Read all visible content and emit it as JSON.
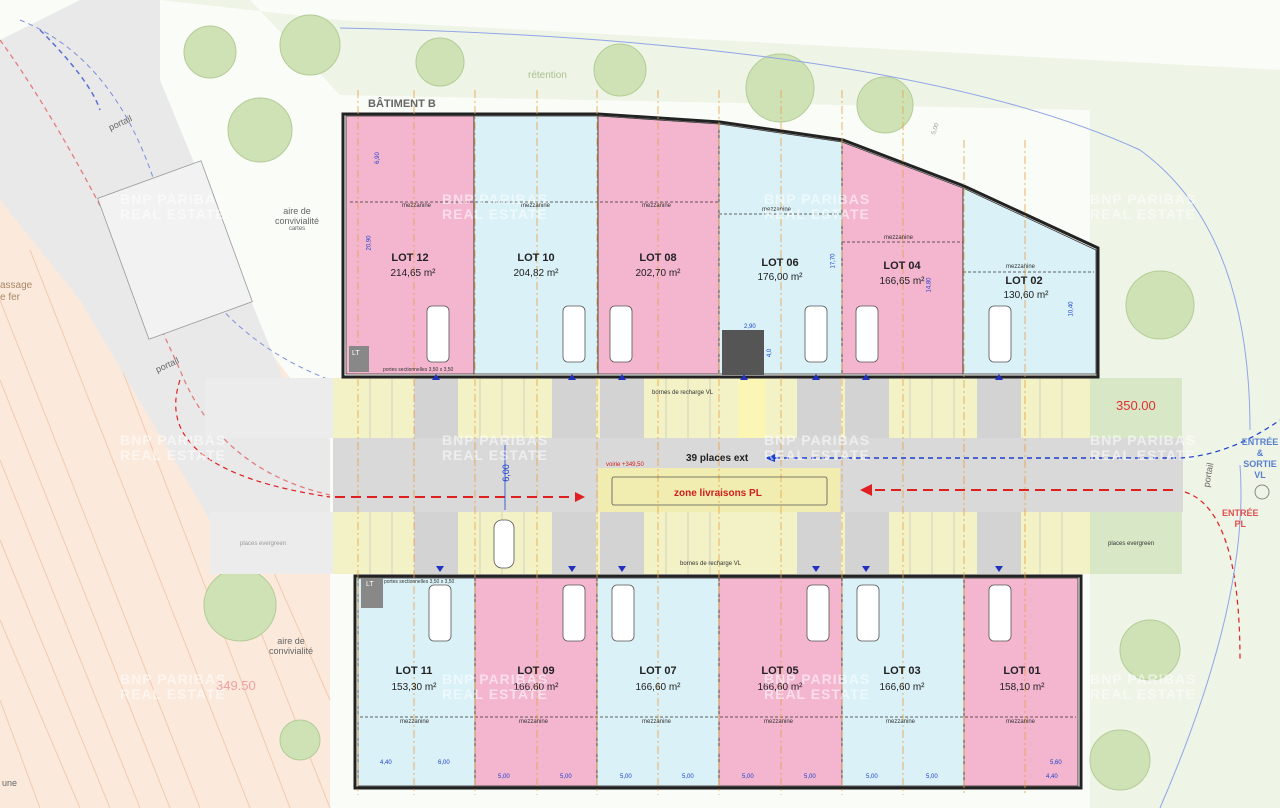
{
  "building": {
    "name": "BÂTIMENT B"
  },
  "lots_top": [
    {
      "id": "lot12",
      "label": "LOT 12",
      "area": "214,65 m²",
      "color": "#f4b6cf",
      "mezz": "mezzanine"
    },
    {
      "id": "lot10",
      "label": "LOT 10",
      "area": "204,82 m²",
      "color": "#d9f1f7",
      "mezz": "mezzanine"
    },
    {
      "id": "lot08",
      "label": "LOT 08",
      "area": "202,70 m²",
      "color": "#f4b6cf",
      "mezz": "mezzanine"
    },
    {
      "id": "lot06",
      "label": "LOT 06",
      "area": "176,00 m²",
      "color": "#d9f1f7",
      "mezz": "mezzanine"
    },
    {
      "id": "lot04",
      "label": "LOT 04",
      "area": "166,65 m²",
      "color": "#f4b6cf",
      "mezz": "mezzanine"
    },
    {
      "id": "lot02",
      "label": "LOT 02",
      "area": "130,60 m²",
      "color": "#d9f1f7",
      "mezz": "mezzanine"
    }
  ],
  "lots_bottom": [
    {
      "id": "lot11",
      "label": "LOT 11",
      "area": "153,30 m²",
      "color": "#d9f1f7",
      "mezz": "mezzanine"
    },
    {
      "id": "lot09",
      "label": "LOT 09",
      "area": "166,60 m²",
      "color": "#f4b6cf",
      "mezz": "mezzanine"
    },
    {
      "id": "lot07",
      "label": "LOT 07",
      "area": "166,60 m²",
      "color": "#d9f1f7",
      "mezz": "mezzanine"
    },
    {
      "id": "lot05",
      "label": "LOT 05",
      "area": "166,60 m²",
      "color": "#f4b6cf",
      "mezz": "mezzanine"
    },
    {
      "id": "lot03",
      "label": "LOT 03",
      "area": "166,60 m²",
      "color": "#d9f1f7",
      "mezz": "mezzanine"
    },
    {
      "id": "lot01",
      "label": "LOT 01",
      "area": "158,10 m²",
      "color": "#f4b6cf",
      "mezz": "mezzanine"
    }
  ],
  "labels": {
    "places_ext": "39 places ext",
    "zone_livraisons": "zone livraisons PL",
    "voirie": "voirie +349,50",
    "bornes_top": "bornes de recharge VL",
    "bornes_bottom": "bornes de recharge VL",
    "places_evergreen_right": "places evergreen",
    "places_evergreen_left": "places evergreen",
    "entree_sortie": [
      "ENTRÉE",
      "& SORTIE",
      "VL"
    ],
    "entree_pl": [
      "ENTRÉE",
      "PL"
    ],
    "portail_right": "portail",
    "portail_left_top": "portail",
    "portail_left_bottom": "portail",
    "retention": "rétention",
    "aire_top": [
      "aire de",
      "convivialité"
    ],
    "aire_top_sub": "cartes",
    "aire_bottom": [
      "aire de",
      "convivialité"
    ],
    "passage": [
      "assage",
      "e fer"
    ],
    "lune": "une",
    "level_350": "350.00",
    "level_349": "349.50",
    "width_600": "6,00",
    "lt_top": "LT",
    "lt_bottom": "LT",
    "portes_top": "portes sectionnelles 3,50 x 3,50",
    "portes_bottom": "portes sectionnelles 3,50 x 3,50",
    "watermark": [
      "BNP PARIBAS",
      "REAL ESTATE"
    ]
  },
  "dimensions": {
    "top_height": "20,90",
    "top_mezz": "6,90",
    "lot06_h": "17,70",
    "lot04_h": "14,80",
    "lot02_h": "10,40",
    "lot06_w": "2,90",
    "lot06_w2": "4,0",
    "bottom": [
      "4,40",
      "6,00",
      "5,00",
      "5,00",
      "5,00",
      "5,00",
      "5,00",
      "5,00",
      "5,00",
      "5,00",
      "5,60",
      "4,40"
    ],
    "slope": "5,00"
  },
  "colors": {
    "pink": "#f4b6cf",
    "blue": "#d9f1f7",
    "road": "#d6d6d6",
    "parking": "#f0f0c0",
    "green": "#e6f0dc",
    "red_arrow": "#e02020",
    "blue_arrow": "#1a3fcf",
    "level_red": "#e03030"
  }
}
